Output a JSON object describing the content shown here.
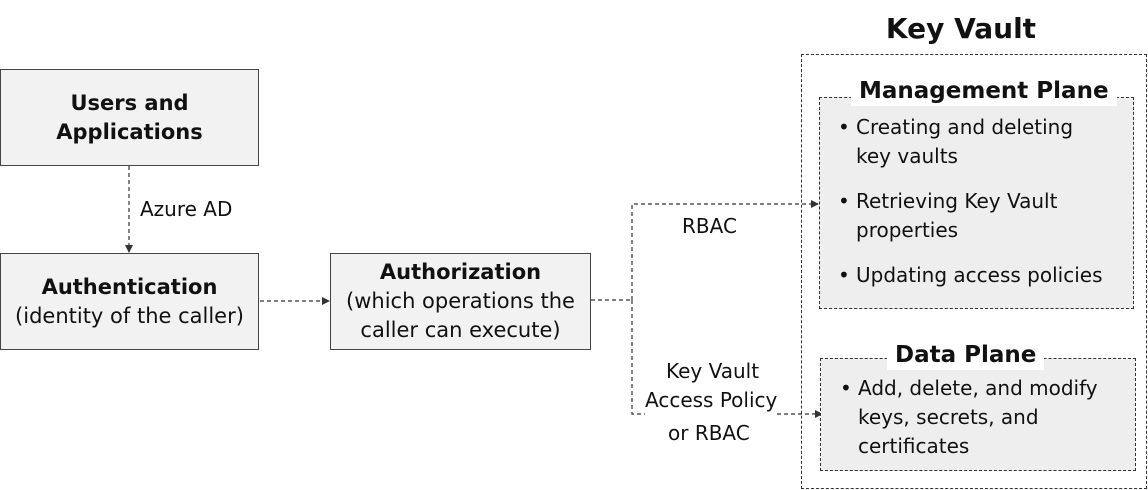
{
  "users_box": {
    "line1": "Users and",
    "line2": "Applications"
  },
  "edge_azure_ad": "Azure AD",
  "authentication_box": {
    "title": "Authentication",
    "subtitle": "(identity of the caller)"
  },
  "authorization_box": {
    "title": "Authorization",
    "subtitle_line1": "(which operations the",
    "subtitle_line2": "caller can execute)"
  },
  "edge_rbac": "RBAC",
  "edge_access_policy": {
    "line1": "Key Vault",
    "line2": "Access Policy",
    "line3": "or RBAC"
  },
  "key_vault": {
    "title": "Key Vault",
    "management_plane": {
      "title": "Management Plane",
      "items": [
        [
          "Creating and deleting",
          "key vaults"
        ],
        [
          "Retrieving Key Vault",
          "properties"
        ],
        [
          "Updating access policies"
        ]
      ]
    },
    "data_plane": {
      "title": "Data Plane",
      "items": [
        [
          "Add, delete, and modify",
          "keys, secrets, and",
          "certificates"
        ]
      ]
    }
  }
}
